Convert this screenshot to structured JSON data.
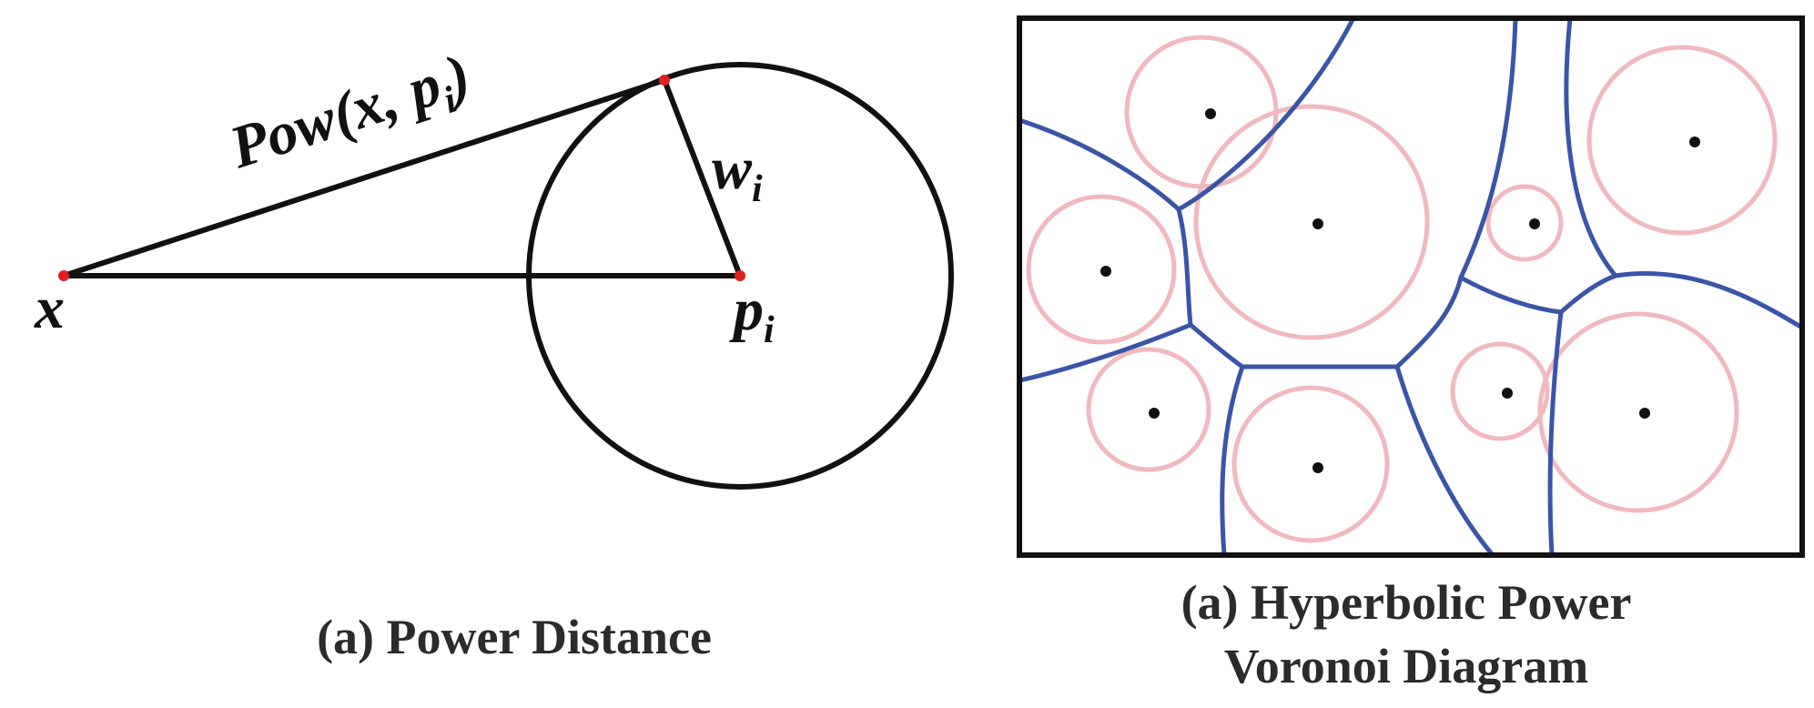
{
  "left_panel": {
    "label_pow": "Pow(x, p",
    "label_pow_sub": "i",
    "label_pow_close": ")",
    "label_w": "w",
    "label_w_sub": "i",
    "label_x": "x",
    "label_p": "p",
    "label_p_sub": "i",
    "caption": "(a) Power Distance"
  },
  "right_panel": {
    "caption_line1": "(a) Hyperbolic Power",
    "caption_line2": "Voronoi Diagram"
  },
  "colors": {
    "stroke": "#111111",
    "point_red": "#e02020",
    "circle_pink": "#f2b8c0",
    "voronoi_blue": "#3a55a8"
  }
}
